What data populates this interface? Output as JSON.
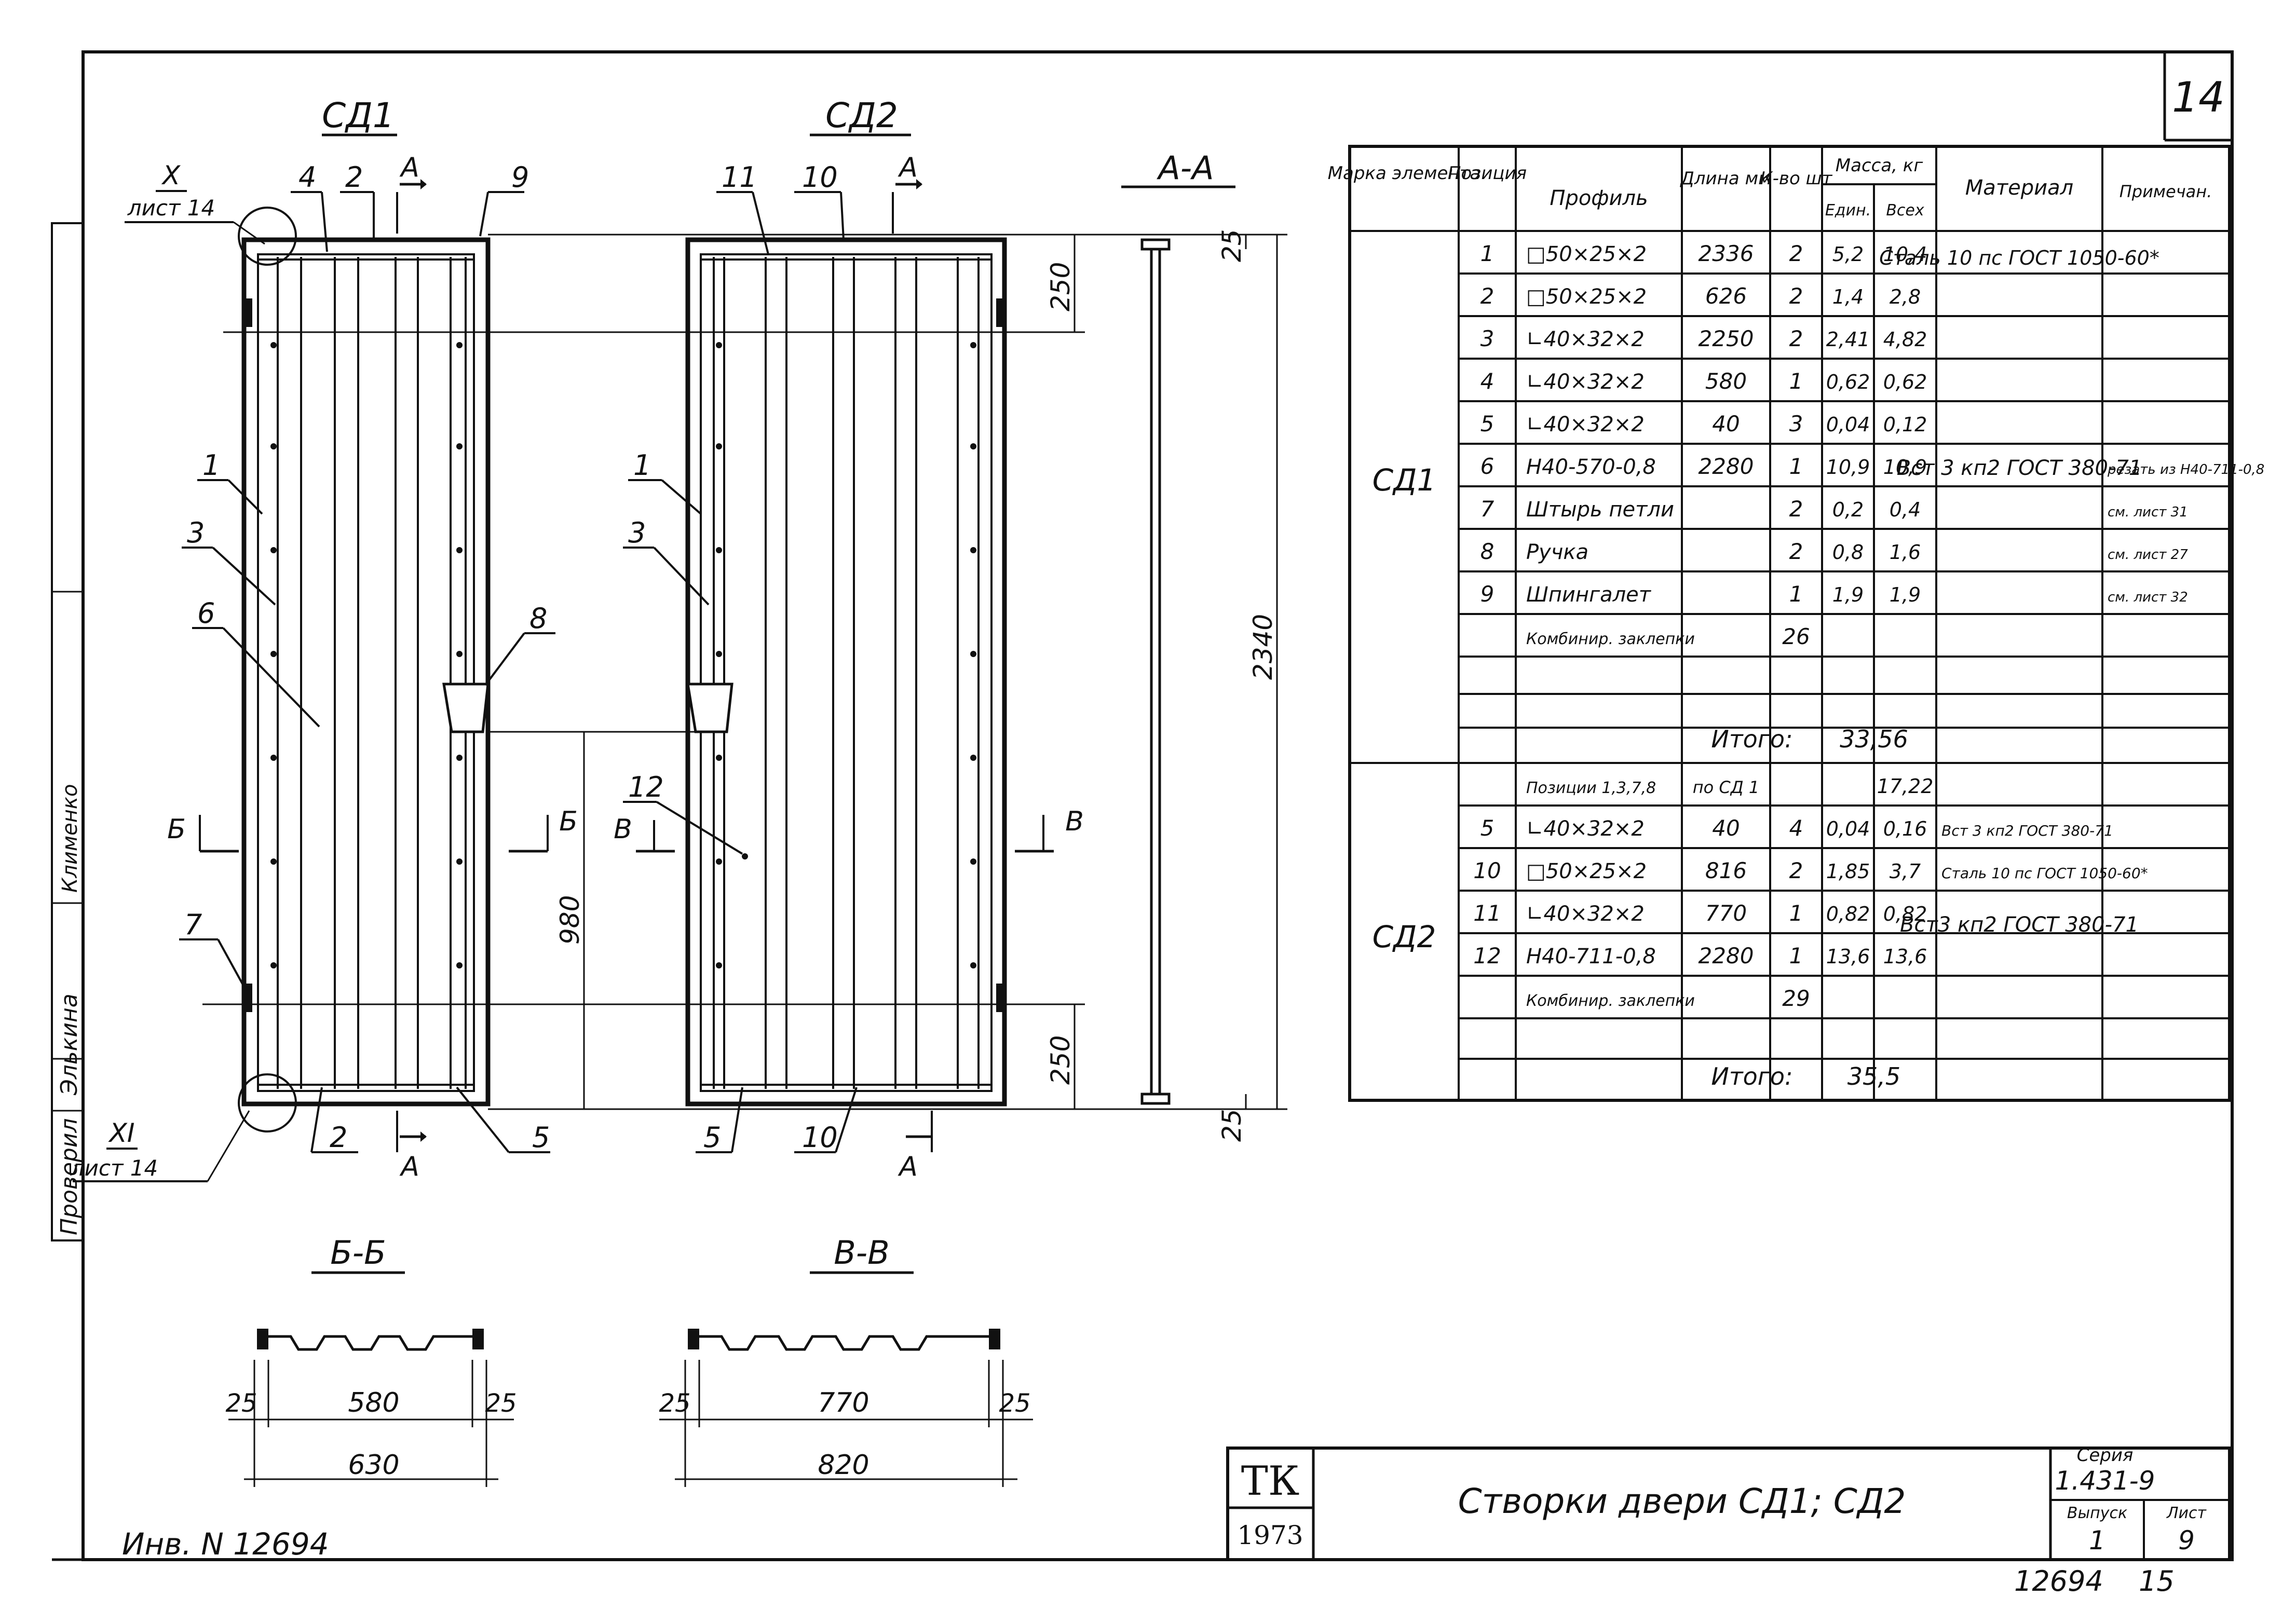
{
  "sheet": {
    "page_no": "14",
    "inventory": "Инв. N 12694",
    "bottom_numbers": [
      "12694",
      "15"
    ],
    "side_stamp": [
      "Проверил",
      "Элькина",
      "Клименко"
    ]
  },
  "views": {
    "sd1_title": "СД1",
    "sd2_title": "СД2",
    "section_aa": "А-А",
    "section_bb": "Б-Б",
    "section_vv": "В-В",
    "cut_letters": {
      "a": "А",
      "b": "Б",
      "v": "В"
    },
    "node_x": "X",
    "node_xi": "XI",
    "node_sheet": "лист 14",
    "callouts_sd1": [
      "4",
      "2",
      "9",
      "1",
      "3",
      "6",
      "8",
      "7",
      "2",
      "5"
    ],
    "callouts_sd2": [
      "11",
      "10",
      "1",
      "3",
      "12",
      "5",
      "10"
    ],
    "dims": {
      "top": "250",
      "bottom": "250",
      "total": "2340",
      "mid": "980",
      "end_top": "25",
      "end_bottom": "25",
      "bb_inner": "580",
      "bb_total": "630",
      "bb_side": "25",
      "vv_inner": "770",
      "vv_total": "820",
      "vv_side": "25"
    }
  },
  "spec_table": {
    "headers": {
      "mark": "Марка элемента",
      "pos": "Позиция",
      "profile": "Профиль",
      "length": "Длина мм",
      "qty": "К-во шт",
      "mass": "Масса, кг",
      "mass_unit": "Един.",
      "mass_total": "Всех",
      "material": "Материал",
      "note": "Примечан."
    },
    "sd1_mark": "СД1",
    "sd1_rows": [
      {
        "pos": "1",
        "profile": "□50×25×2",
        "len": "2336",
        "qty": "2",
        "unit": "5,2",
        "total": "10,4",
        "note": ""
      },
      {
        "pos": "2",
        "profile": "□50×25×2",
        "len": "626",
        "qty": "2",
        "unit": "1,4",
        "total": "2,8",
        "note": ""
      },
      {
        "pos": "3",
        "profile": "∟40×32×2",
        "len": "2250",
        "qty": "2",
        "unit": "2,41",
        "total": "4,82",
        "note": ""
      },
      {
        "pos": "4",
        "profile": "∟40×32×2",
        "len": "580",
        "qty": "1",
        "unit": "0,62",
        "total": "0,62",
        "note": ""
      },
      {
        "pos": "5",
        "profile": "∟40×32×2",
        "len": "40",
        "qty": "3",
        "unit": "0,04",
        "total": "0,12",
        "note": ""
      },
      {
        "pos": "6",
        "profile": "Н40-570-0,8",
        "len": "2280",
        "qty": "1",
        "unit": "10,9",
        "total": "10,9",
        "note": "резать из Н40-711-0,8"
      },
      {
        "pos": "7",
        "profile": "Штырь петли",
        "len": "",
        "qty": "2",
        "unit": "0,2",
        "total": "0,4",
        "note": "см. лист 31"
      },
      {
        "pos": "8",
        "profile": "Ручка",
        "len": "",
        "qty": "2",
        "unit": "0,8",
        "total": "1,6",
        "note": "см. лист 27"
      },
      {
        "pos": "9",
        "profile": "Шпингалет",
        "len": "",
        "qty": "1",
        "unit": "1,9",
        "total": "1,9",
        "note": "см. лист 32"
      },
      {
        "pos": "",
        "profile": "Комбинир. заклепки",
        "len": "",
        "qty": "26",
        "unit": "",
        "total": "",
        "note": ""
      }
    ],
    "sd1_material_1": "Сталь 10 пс ГОСТ 1050-60*",
    "sd1_material_2": "Вст 3 кп2 ГОСТ 380-71",
    "total_label": "Итого:",
    "sd1_total": "33,56",
    "sd2_mark": "СД2",
    "sd2_rows": [
      {
        "pos": "",
        "profile": "Позиции 1,3,7,8",
        "len": "по СД 1",
        "qty": "",
        "unit": "",
        "total": "17,22",
        "material": ""
      },
      {
        "pos": "5",
        "profile": "∟40×32×2",
        "len": "40",
        "qty": "4",
        "unit": "0,04",
        "total": "0,16",
        "material": "Вст 3 кп2 ГОСТ 380-71"
      },
      {
        "pos": "10",
        "profile": "□50×25×2",
        "len": "816",
        "qty": "2",
        "unit": "1,85",
        "total": "3,7",
        "material": "Сталь 10 пс ГОСТ 1050-60*"
      },
      {
        "pos": "11",
        "profile": "∟40×32×2",
        "len": "770",
        "qty": "1",
        "unit": "0,82",
        "total": "0,82",
        "material": ""
      },
      {
        "pos": "12",
        "profile": "Н40-711-0,8",
        "len": "2280",
        "qty": "1",
        "unit": "13,6",
        "total": "13,6",
        "material": ""
      },
      {
        "pos": "",
        "profile": "Комбинир. заклепки",
        "len": "",
        "qty": "29",
        "unit": "",
        "total": "",
        "material": ""
      }
    ],
    "sd2_material_2": "Вст3 кп2 ГОСТ 380-71",
    "sd2_total": "35,5"
  },
  "title_block": {
    "org": "ТК",
    "year": "1973",
    "title": "Створки двери СД1; СД2",
    "series_label": "Серия",
    "series": "1.431-9",
    "issue_label": "Выпуск",
    "issue": "1",
    "sheet_label": "Лист",
    "sheet": "9"
  }
}
